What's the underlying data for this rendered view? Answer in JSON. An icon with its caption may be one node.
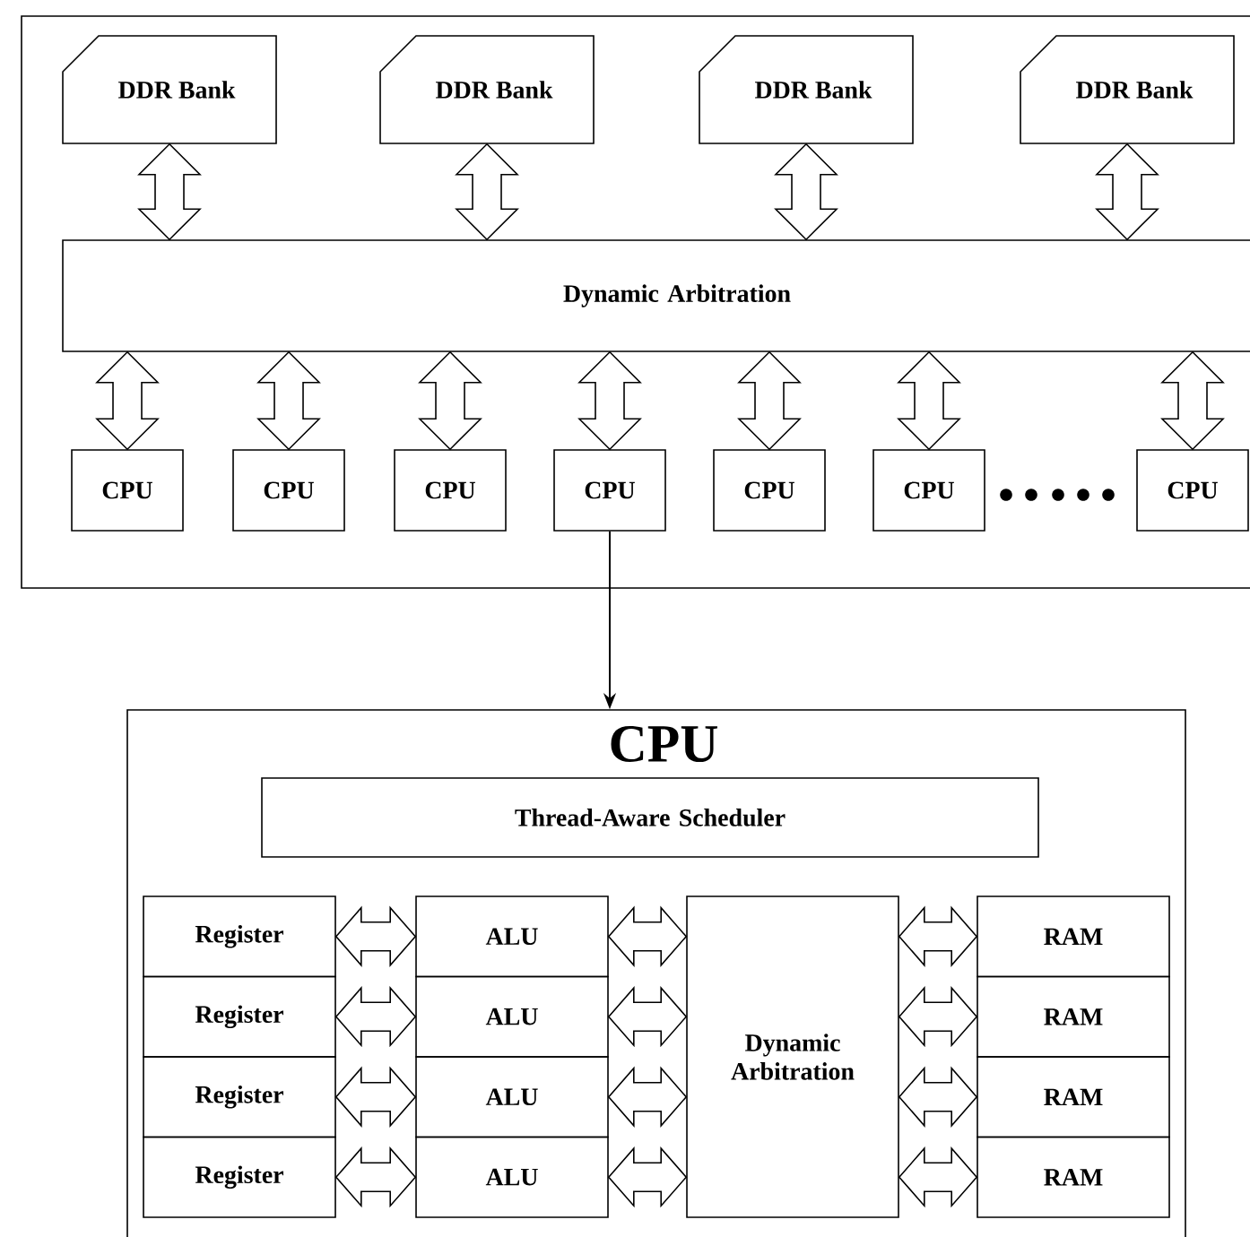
{
  "diagram": {
    "nodes": [
      {
        "text": [],
        "shape": "box"
      },
      {
        "text": [
          "DDR Bank"
        ],
        "in": 0
      },
      {
        "text": [
          "DDR Bank"
        ],
        "in": 0
      },
      {
        "text": [
          "DDR Bank"
        ],
        "in": 0
      },
      {
        "text": [
          "DDR Bank"
        ],
        "in": 0
      },
      {
        "text": [
          "Dynamic Arbitration"
        ],
        "in": 0
      },
      {
        "text": [
          "CPU"
        ],
        "in": 0
      },
      {
        "text": [
          "CPU"
        ],
        "in": 0
      },
      {
        "text": [
          "CPU"
        ],
        "in": 0
      },
      {
        "text": [
          "CPU"
        ],
        "in": 0
      },
      {
        "text": [
          "CPU"
        ],
        "in": 0
      },
      {
        "text": [
          "CPU"
        ],
        "in": 0
      },
      {
        "text": [
          "CPU"
        ],
        "in": 0
      },
      {
        "text": [
          "CPU"
        ]
      },
      {
        "text": [
          "Thread-Aware Scheduler"
        ],
        "in": 13
      },
      {
        "text": [
          "Register"
        ],
        "in": 13
      },
      {
        "text": [
          "ALU"
        ],
        "in": 13
      },
      {
        "text": [
          "Dynamic Arbitration"
        ],
        "in": 13
      },
      {
        "text": [
          "RAM"
        ],
        "in": 13
      },
      {
        "text": [
          "Register"
        ],
        "in": 13
      },
      {
        "text": [
          "ALU"
        ],
        "in": 13
      },
      {
        "text": [
          "RAM"
        ],
        "in": 13
      },
      {
        "text": [
          "Register"
        ],
        "in": 13
      },
      {
        "text": [
          "ALU"
        ],
        "in": 13
      },
      {
        "text": [
          "RAM"
        ],
        "in": 13
      },
      {
        "text": [
          "Register"
        ],
        "in": 13
      },
      {
        "text": [
          "ALU"
        ],
        "in": 13
      },
      {
        "text": [
          "RAM"
        ],
        "in": 13
      }
    ],
    "edges": [
      {
        "from": 1,
        "to": 5,
        "arrow": "both"
      },
      {
        "from": 2,
        "to": 5,
        "arrow": "both"
      },
      {
        "from": 3,
        "to": 5,
        "arrow": "both"
      },
      {
        "from": 4,
        "to": 5,
        "arrow": "both"
      },
      {
        "from": 5,
        "to": 6,
        "arrow": "both"
      },
      {
        "from": 5,
        "to": 7,
        "arrow": "both"
      },
      {
        "from": 5,
        "to": 8,
        "arrow": "both"
      },
      {
        "from": 5,
        "to": 9,
        "arrow": "both"
      },
      {
        "from": 5,
        "to": 10,
        "arrow": "both"
      },
      {
        "from": 5,
        "to": 11,
        "arrow": "both"
      },
      {
        "from": 5,
        "to": 12,
        "arrow": "both"
      },
      {
        "from": 9,
        "to": 13,
        "arrow": "to"
      },
      {
        "from": 15,
        "to": 16,
        "arrow": "both"
      },
      {
        "from": 16,
        "to": 17,
        "arrow": "both"
      },
      {
        "from": 17,
        "to": 18,
        "arrow": "both"
      },
      {
        "from": 19,
        "to": 20,
        "arrow": "both"
      },
      {
        "from": 20,
        "to": 17,
        "arrow": "both"
      },
      {
        "from": 17,
        "to": 21,
        "arrow": "both"
      },
      {
        "from": 22,
        "to": 23,
        "arrow": "both"
      },
      {
        "from": 23,
        "to": 17,
        "arrow": "both"
      },
      {
        "from": 17,
        "to": 24,
        "arrow": "both"
      },
      {
        "from": 25,
        "to": 26,
        "arrow": "both"
      },
      {
        "from": 26,
        "to": 17,
        "arrow": "both"
      },
      {
        "from": 17,
        "to": 27,
        "arrow": "both"
      }
    ]
  }
}
